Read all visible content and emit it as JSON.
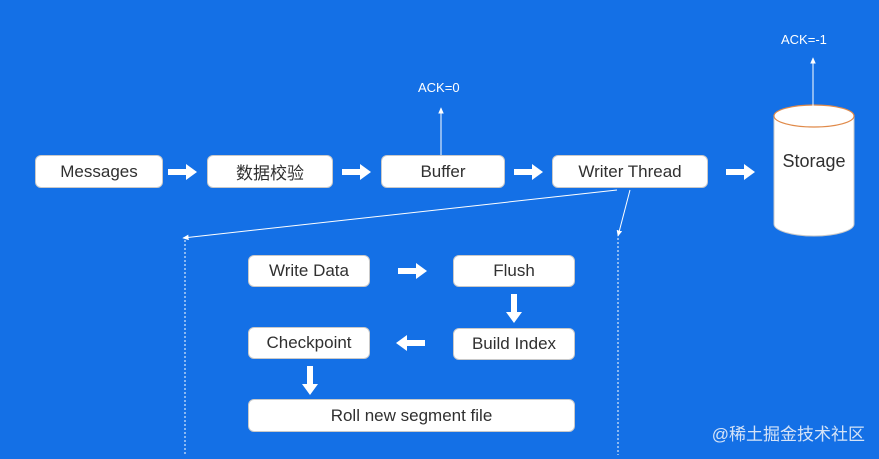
{
  "diagram": {
    "main_flow": [
      "Messages",
      "数据校验",
      "Buffer",
      "Writer Thread"
    ],
    "storage": "Storage",
    "ack_buffer": "ACK=0",
    "ack_storage": "ACK=-1",
    "sub_flow": {
      "write_data": "Write Data",
      "flush": "Flush",
      "build_index": "Build Index",
      "checkpoint": "Checkpoint",
      "roll": "Roll new segment file"
    }
  },
  "watermark": "@稀土掘金技术社区",
  "colors": {
    "background": "#1470e6",
    "box": "#ffffff",
    "arrow": "#ffffff"
  }
}
